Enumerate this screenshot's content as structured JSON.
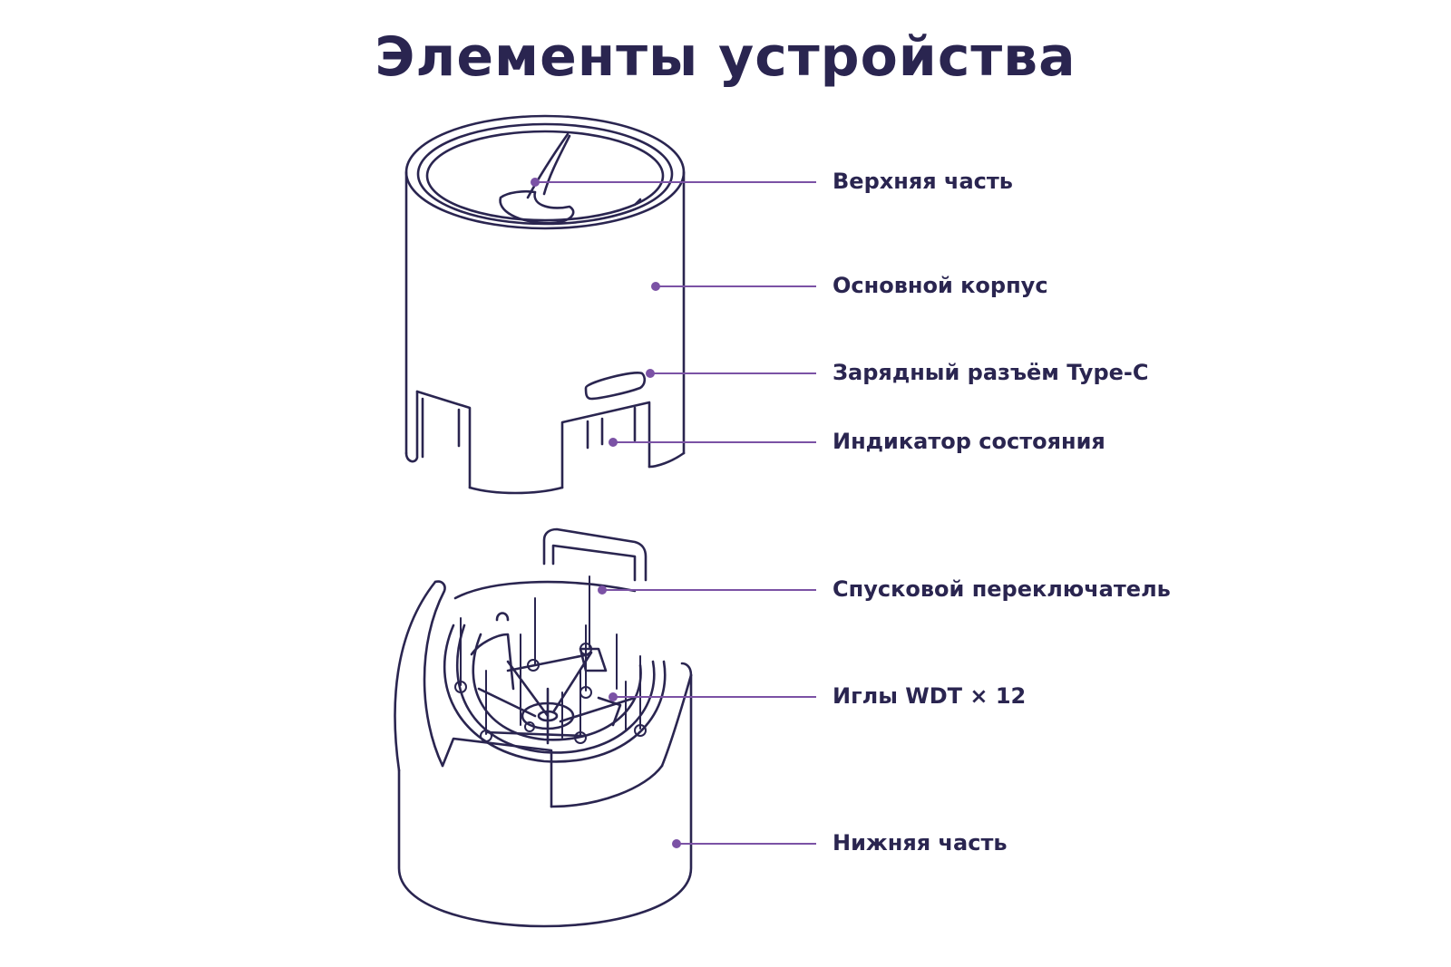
{
  "title": "Элементы устройства",
  "colors": {
    "ink": "#2a2550",
    "leader": "#7b52a5",
    "background": "#ffffff"
  },
  "labels": {
    "top": "Верхняя часть",
    "body": "Основной корпус",
    "port": "Зарядный разъём Type-C",
    "indicator": "Индикатор состояния",
    "trigger": "Спусковой переключатель",
    "needles": "Иглы WDT × 12",
    "bottom": "Нижняя часть"
  }
}
